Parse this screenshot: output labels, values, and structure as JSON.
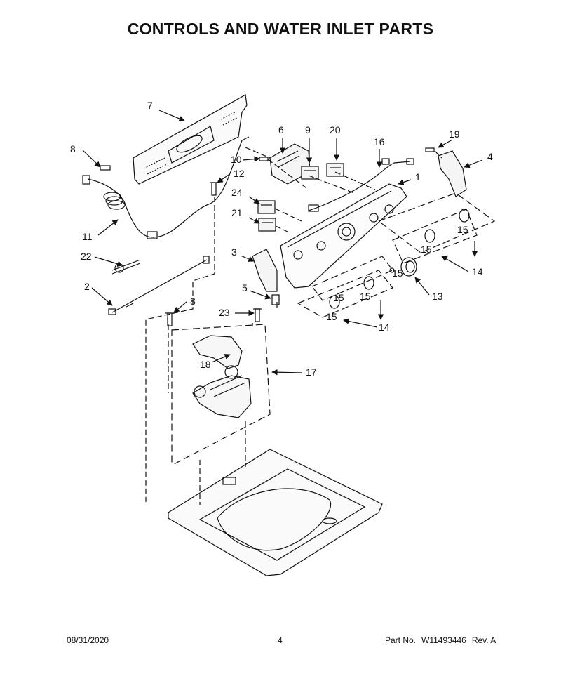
{
  "title": "CONTROLS AND WATER INLET PARTS",
  "callouts": [
    "1",
    "2",
    "3",
    "4",
    "5",
    "6",
    "7",
    "8",
    "8",
    "9",
    "10",
    "11",
    "12",
    "13",
    "14",
    "14",
    "15",
    "15",
    "15",
    "15",
    "15",
    "15",
    "16",
    "17",
    "18",
    "19",
    "20",
    "21",
    "22",
    "23",
    "24"
  ],
  "footer": {
    "date": "08/31/2020",
    "page": "4",
    "part_label": "Part No.",
    "part_number": "W11493446",
    "revision": "Rev. A"
  }
}
